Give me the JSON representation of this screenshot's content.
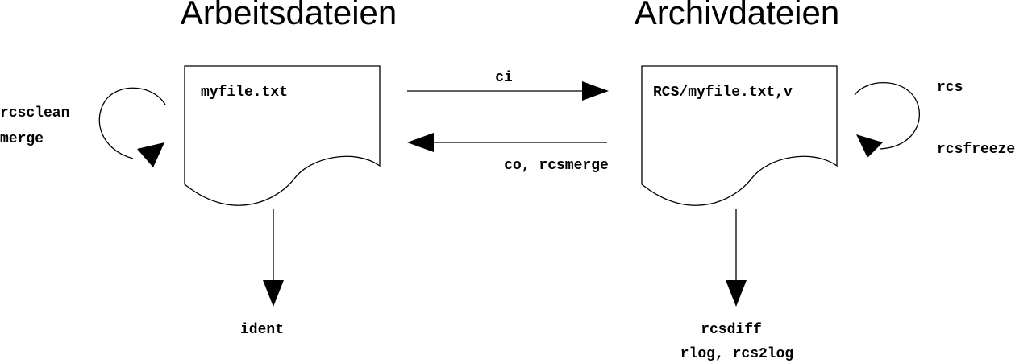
{
  "headings": {
    "working": "Arbeitsdateien",
    "archive": "Archivdateien"
  },
  "files": {
    "working": "myfile.txt",
    "archive": "RCS/myfile.txt,v"
  },
  "commands": {
    "checkin": "ci",
    "checkout": "co, rcsmerge",
    "working_loop_1": "rcsclean",
    "working_loop_2": "merge",
    "archive_loop_1": "rcs",
    "archive_loop_2": "rcsfreeze",
    "working_down": "ident",
    "archive_down_1": "rcsdiff",
    "archive_down_2": "rlog, rcs2log"
  }
}
